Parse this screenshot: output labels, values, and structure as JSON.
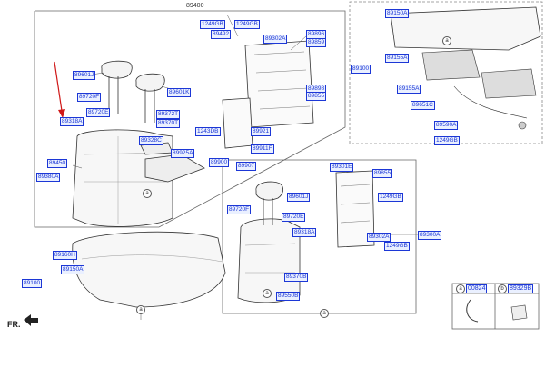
{
  "diagram": {
    "top_label": "89400",
    "labels": {
      "l1249gb_a": "1249GB",
      "l1249gb_b": "1249GB",
      "l89492": "89492",
      "l89302a": "89302A",
      "l89896": "89896",
      "l89859": "89859",
      "l89601j": "89601J",
      "l89720f": "89720F",
      "l89601k": "89601K",
      "l89720e": "89720E",
      "l89372t": "89372T",
      "l89318a": "89318A",
      "l89370t": "89370T",
      "l89898": "89898",
      "l89855": "89855",
      "l89328c": "89328C",
      "l1243db": "1243DB",
      "l89921": "89921",
      "l89925a": "89925A",
      "l89911f": "89911F",
      "l89450": "89450",
      "l89900": "89900",
      "l89907": "89907",
      "l89380a": "89380A",
      "l89160h": "89160H",
      "l89150a": "89150A",
      "l89100": "89100",
      "r89150a": "89150A",
      "r89100": "89100",
      "r89155a": "89155A",
      "r89155a_b": "89155A",
      "r89651c": "89651C",
      "r89590a": "89590A",
      "r1249gb": "1249GB",
      "m89301e": "89301E",
      "m89855": "89855",
      "m89601j": "89601J",
      "m1249gb": "1249GB",
      "m89720f": "89720F",
      "m89720e": "89720E",
      "m89318a": "89318A",
      "m89302a": "89302A",
      "m89300a": "89300A",
      "m1249gb_b": "1249GB",
      "m89370b": "89370B",
      "m89550b": "89550B"
    },
    "callouts": [
      "a",
      "a",
      "a",
      "a",
      "a"
    ],
    "table": {
      "a_code": "00824",
      "b_code": "89329B",
      "a": "a",
      "b": "b"
    },
    "fr_label": "FR."
  }
}
